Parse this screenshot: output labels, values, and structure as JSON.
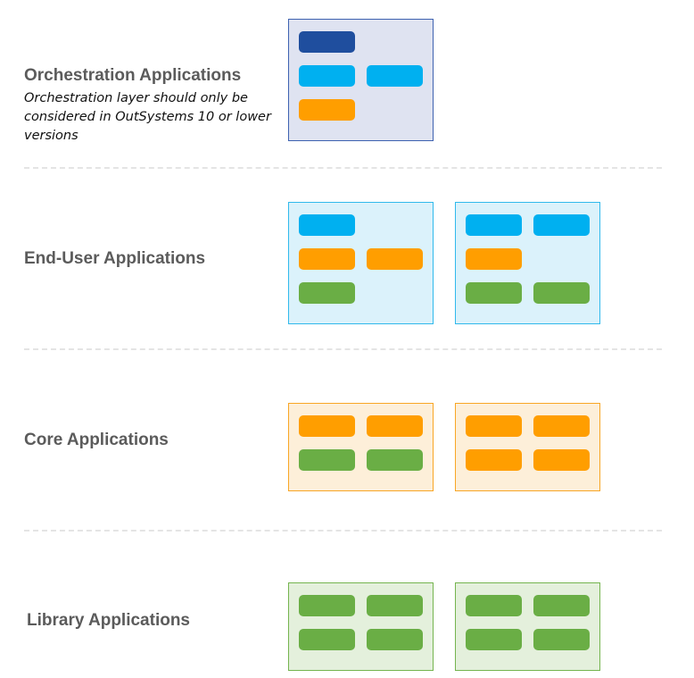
{
  "colors": {
    "orchestration_module": "#1f4e9e",
    "end_user_module": "#00b0f0",
    "core_module": "#ff9e00",
    "library_module": "#6aae45",
    "orchestration_box_fill": "#dfe3f1",
    "orchestration_box_border": "#3e62b0",
    "end_user_box_fill": "#dbf2fb",
    "end_user_box_border": "#30b9ec",
    "core_box_fill": "#fdefd9",
    "core_box_border": "#f8a625",
    "library_box_fill": "#e4f0dc",
    "library_box_border": "#75b44f"
  },
  "layers": [
    {
      "id": "orchestration",
      "title": "Orchestration Applications",
      "note": "Orchestration layer should only be considered in OutSystems 10 or lower versions",
      "boxes": [
        {
          "modules": [
            [
              "orchestration",
              null
            ],
            [
              "end_user",
              "end_user"
            ],
            [
              "core",
              null
            ]
          ]
        }
      ]
    },
    {
      "id": "end-user",
      "title": "End-User Applications",
      "note": "",
      "boxes": [
        {
          "modules": [
            [
              "end_user",
              null
            ],
            [
              "core",
              "core"
            ],
            [
              "library",
              null
            ]
          ]
        },
        {
          "modules": [
            [
              "end_user",
              "end_user"
            ],
            [
              "core",
              null
            ],
            [
              "library",
              "library"
            ]
          ]
        }
      ]
    },
    {
      "id": "core",
      "title": "Core Applications",
      "note": "",
      "boxes": [
        {
          "modules": [
            [
              "core",
              "core"
            ],
            [
              "library",
              "library"
            ]
          ]
        },
        {
          "modules": [
            [
              "core",
              "core"
            ],
            [
              "core",
              "core"
            ]
          ]
        }
      ]
    },
    {
      "id": "library",
      "title": "Library Applications",
      "note": "",
      "boxes": [
        {
          "modules": [
            [
              "library",
              "library"
            ],
            [
              "library",
              "library"
            ]
          ]
        },
        {
          "modules": [
            [
              "library",
              "library"
            ],
            [
              "library",
              "library"
            ]
          ]
        }
      ]
    }
  ]
}
